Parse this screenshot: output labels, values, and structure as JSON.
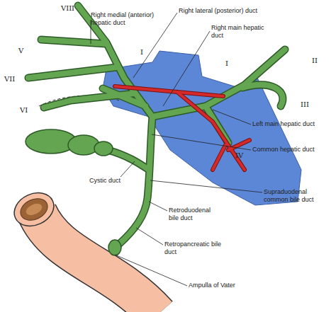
{
  "diagram": {
    "labels": [
      "Right medial (anterior) hepatic duct",
      "VIII",
      "V",
      "VII",
      "VI",
      "Right lateral (posterior) duct",
      "Right main hepatic duct",
      "I",
      "I",
      "II",
      "III",
      "IV",
      "Left main hepatic duct",
      "Common hepatic duct",
      "Cystic duct",
      "Supraduodenal common bile duct",
      "Retroduodenal bile duct",
      "Retropancreatic bile duct",
      "Ampulla of Vater"
    ]
  }
}
